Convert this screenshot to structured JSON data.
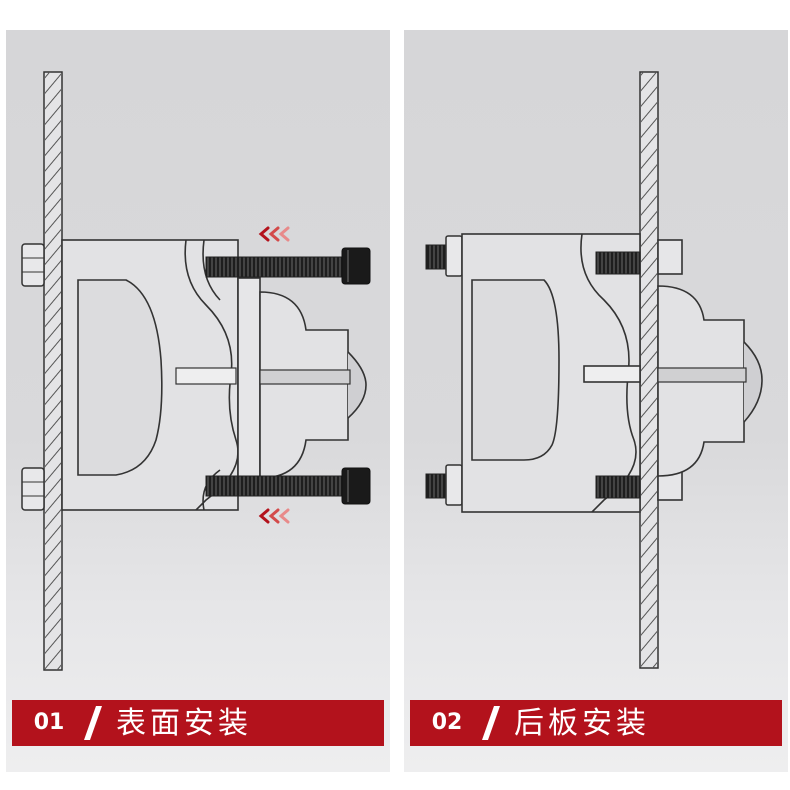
{
  "panels": [
    {
      "number": "01",
      "title": "表面安装",
      "accent_color": "#b3121c",
      "arrow_color": "#d83a3a",
      "arrow_icon": "triple-chevron-left-icon"
    },
    {
      "number": "02",
      "title": "后板安装",
      "accent_color": "#b3121c"
    }
  ]
}
